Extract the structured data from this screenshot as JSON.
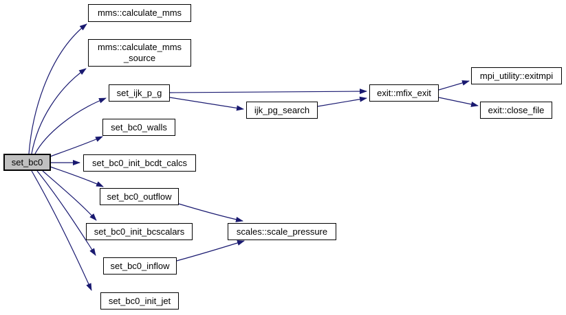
{
  "diagram": {
    "kind": "call-graph",
    "root": "set_bc0"
  },
  "colors": {
    "background": "#ffffff",
    "edge": "#191970",
    "node_border": "#000000",
    "node_fill": "#ffffff",
    "focus_node_fill": "#c0c0c0",
    "text": "#000000"
  },
  "nodes": {
    "set_bc0": {
      "label": "set_bc0"
    },
    "calculate_mms": {
      "label": "mms::calculate_mms"
    },
    "calculate_mms_source": {
      "lines": [
        "mms::calculate_mms",
        "_source"
      ]
    },
    "set_ijk_p_g": {
      "label": "set_ijk_p_g"
    },
    "ijk_pg_search": {
      "label": "ijk_pg_search"
    },
    "mfix_exit": {
      "label": "exit::mfix_exit"
    },
    "exitmpi": {
      "label": "mpi_utility::exitmpi"
    },
    "close_file": {
      "label": "exit::close_file"
    },
    "set_bc0_walls": {
      "label": "set_bc0_walls"
    },
    "set_bc0_init_bcdt_calcs": {
      "label": "set_bc0_init_bcdt_calcs"
    },
    "set_bc0_outflow": {
      "label": "set_bc0_outflow"
    },
    "set_bc0_init_bcscalars": {
      "label": "set_bc0_init_bcscalars"
    },
    "scale_pressure": {
      "label": "scales::scale_pressure"
    },
    "set_bc0_inflow": {
      "label": "set_bc0_inflow"
    },
    "set_bc0_init_jet": {
      "label": "set_bc0_init_jet"
    }
  },
  "edges": [
    {
      "from": "set_bc0",
      "to": "mms::calculate_mms"
    },
    {
      "from": "set_bc0",
      "to": "mms::calculate_mms_source"
    },
    {
      "from": "set_bc0",
      "to": "set_ijk_p_g"
    },
    {
      "from": "set_bc0",
      "to": "set_bc0_walls"
    },
    {
      "from": "set_bc0",
      "to": "set_bc0_init_bcdt_calcs"
    },
    {
      "from": "set_bc0",
      "to": "set_bc0_outflow"
    },
    {
      "from": "set_bc0",
      "to": "set_bc0_init_bcscalars"
    },
    {
      "from": "set_bc0",
      "to": "set_bc0_inflow"
    },
    {
      "from": "set_bc0",
      "to": "set_bc0_init_jet"
    },
    {
      "from": "set_ijk_p_g",
      "to": "exit::mfix_exit"
    },
    {
      "from": "set_ijk_p_g",
      "to": "ijk_pg_search"
    },
    {
      "from": "ijk_pg_search",
      "to": "exit::mfix_exit"
    },
    {
      "from": "exit::mfix_exit",
      "to": "mpi_utility::exitmpi"
    },
    {
      "from": "exit::mfix_exit",
      "to": "exit::close_file"
    },
    {
      "from": "set_bc0_outflow",
      "to": "scales::scale_pressure"
    },
    {
      "from": "set_bc0_inflow",
      "to": "scales::scale_pressure"
    }
  ]
}
